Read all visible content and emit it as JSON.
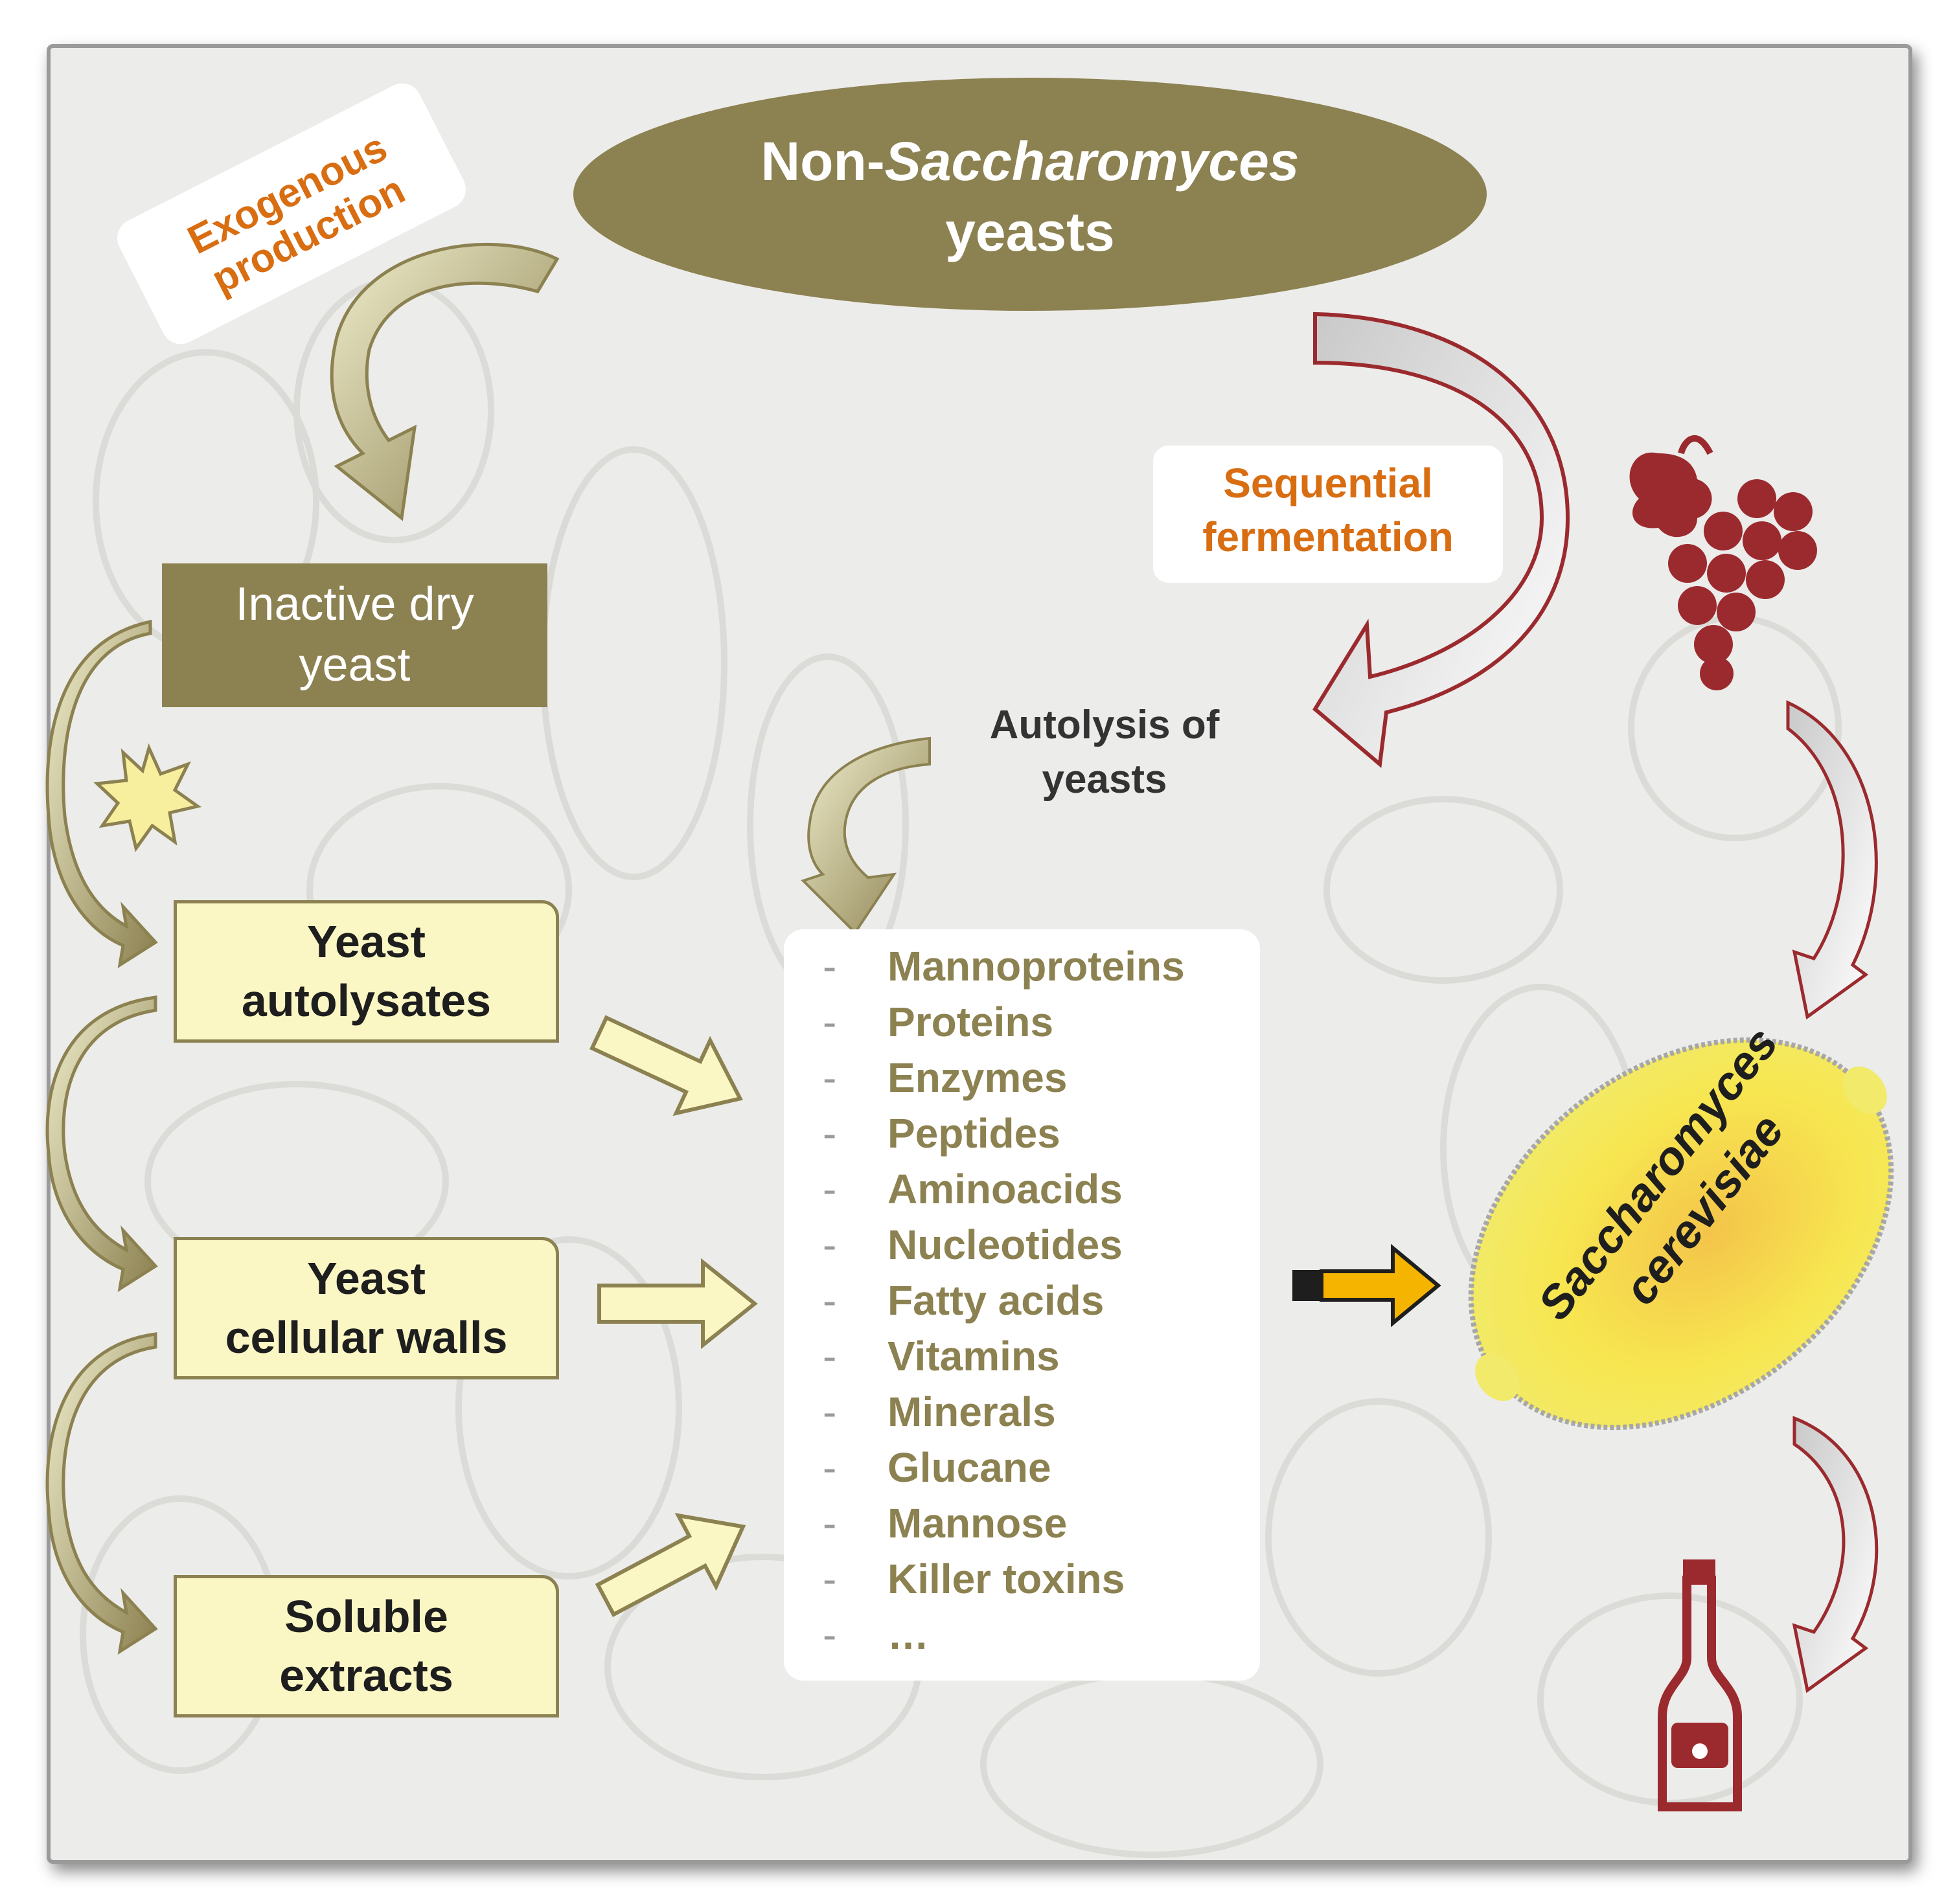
{
  "title": {
    "prefix": "Non-",
    "italic": "Saccharomyces",
    "line2": "yeasts"
  },
  "exogenous_label": {
    "line1": "Exogenous",
    "line2": "production"
  },
  "sequential_label": {
    "line1": "Sequential",
    "line2": "fermentation"
  },
  "autolysis_label": {
    "line1": "Autolysis of",
    "line2": "yeasts"
  },
  "inactive_box": {
    "line1": "Inactive dry",
    "line2": "yeast"
  },
  "boxes": [
    {
      "line1": "Yeast",
      "line2": "autolysates"
    },
    {
      "line1": "Yeast",
      "line2": "cellular walls"
    },
    {
      "line1": "Soluble",
      "line2": "extracts"
    }
  ],
  "dash": "-",
  "products": [
    "Mannoproteins",
    "Proteins",
    "Enzymes",
    "Peptides",
    "Aminoacids",
    "Nucleotides",
    "Fatty acids",
    "Vitamins",
    "Minerals",
    "Glucane",
    "Mannose",
    "Killer toxins",
    "…"
  ],
  "cell_label": {
    "line1": "Saccharomyces",
    "line2": "cerevisiae"
  },
  "colors": {
    "olive": "#8c8150",
    "orange": "#d86d12",
    "wine": "#9b2a2e",
    "cream": "#fbf7c5",
    "gold": "#f4b400"
  }
}
